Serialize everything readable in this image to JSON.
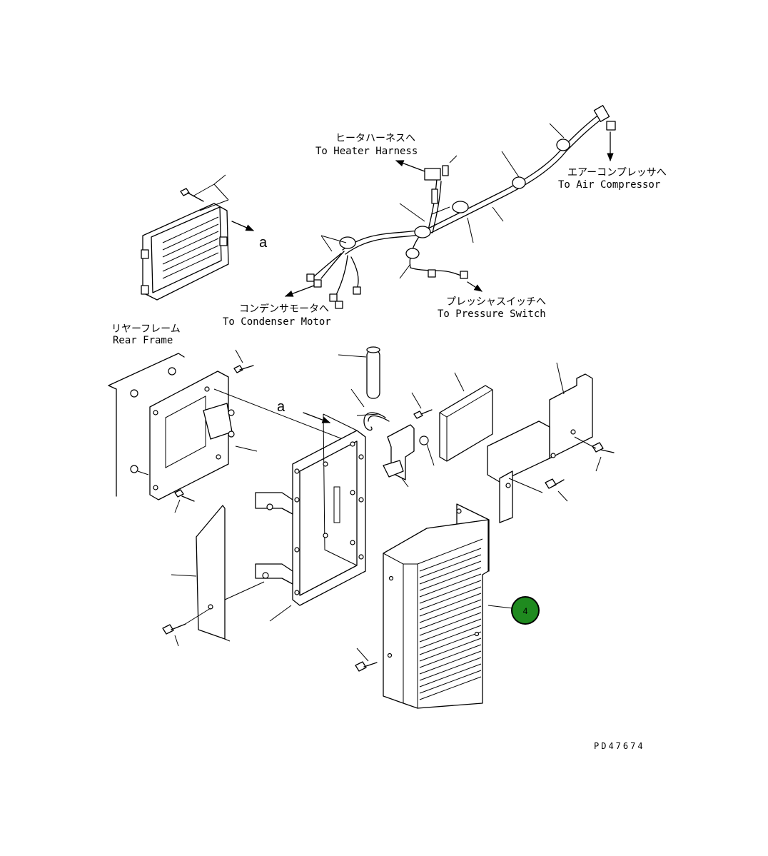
{
  "callouts": [
    {
      "number": "4",
      "color": "#1f8a1f",
      "border": "#000000"
    }
  ],
  "labels": {
    "heater_harness_jp": "ヒータハーネスへ",
    "heater_harness_en": "To Heater Harness",
    "air_compressor_jp": "エアーコンプレッサへ",
    "air_compressor_en": "To Air Compressor",
    "condenser_motor_jp": "コンデンサモータへ",
    "condenser_motor_en": "To Condenser Motor",
    "pressure_switch_jp": "プレッシャスイッチへ",
    "pressure_switch_en": "To Pressure Switch",
    "rear_frame_jp": "リヤーフレーム",
    "rear_frame_en": "Rear Frame",
    "ref_a_1": "a",
    "ref_a_2": "a"
  },
  "drawing_code": "PD47674"
}
